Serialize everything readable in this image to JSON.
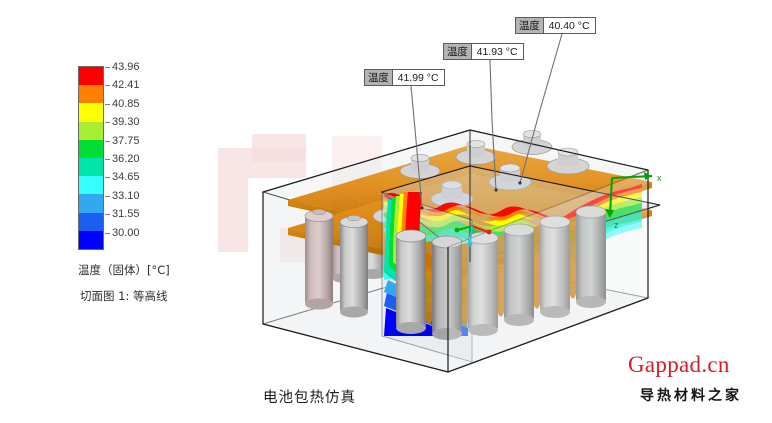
{
  "document": {
    "caption": "电池包热仿真",
    "background_color": "#ffffff"
  },
  "legend": {
    "title": "温度（固体）[°C]",
    "subtitle": "切面图 1: 等高线",
    "unit": "°C",
    "labels": [
      "43.96",
      "42.41",
      "40.85",
      "39.30",
      "37.75",
      "36.20",
      "34.65",
      "33.10",
      "31.55",
      "30.00"
    ],
    "colors": [
      "#ff0000",
      "#ff8000",
      "#ffff00",
      "#aaee33",
      "#00dd33",
      "#00e6aa",
      "#33ffff",
      "#33a8f0",
      "#1c5ff0",
      "#0000ff"
    ],
    "min": "30.00",
    "max": "43.96"
  },
  "callouts": [
    {
      "tag": "温度",
      "value": "41.99 °C"
    },
    {
      "tag": "温度",
      "value": "41.93 °C"
    },
    {
      "tag": "温度",
      "value": "40.40 °C"
    }
  ],
  "axes": {
    "x_label": "x",
    "z_label": "z",
    "triad_color": "#00a300",
    "origin_triad_colors": [
      "#e02020",
      "#00b300",
      "#28c8d8"
    ]
  },
  "watermark": {
    "latin": "Gappad.cn",
    "chinese": "导热材料之家",
    "latin_color": "#d51d2a",
    "block_color": "#f6dcdc"
  },
  "chart_data": {
    "type": "heatmap",
    "title": "电池包热仿真",
    "colorbar_label": "温度（固体）[°C]",
    "plot_label": "切面图 1: 等高线",
    "colorbar_ticks": [
      43.96,
      42.41,
      40.85,
      39.3,
      37.75,
      36.2,
      34.65,
      33.1,
      31.55,
      30.0
    ],
    "clim": [
      30.0,
      43.96
    ],
    "annotations": [
      {
        "label": "温度",
        "value": 41.99,
        "unit": "°C"
      },
      {
        "label": "温度",
        "value": 41.93,
        "unit": "°C"
      },
      {
        "label": "温度",
        "value": 40.4,
        "unit": "°C"
      }
    ],
    "grid": false,
    "legend_position": "left"
  }
}
